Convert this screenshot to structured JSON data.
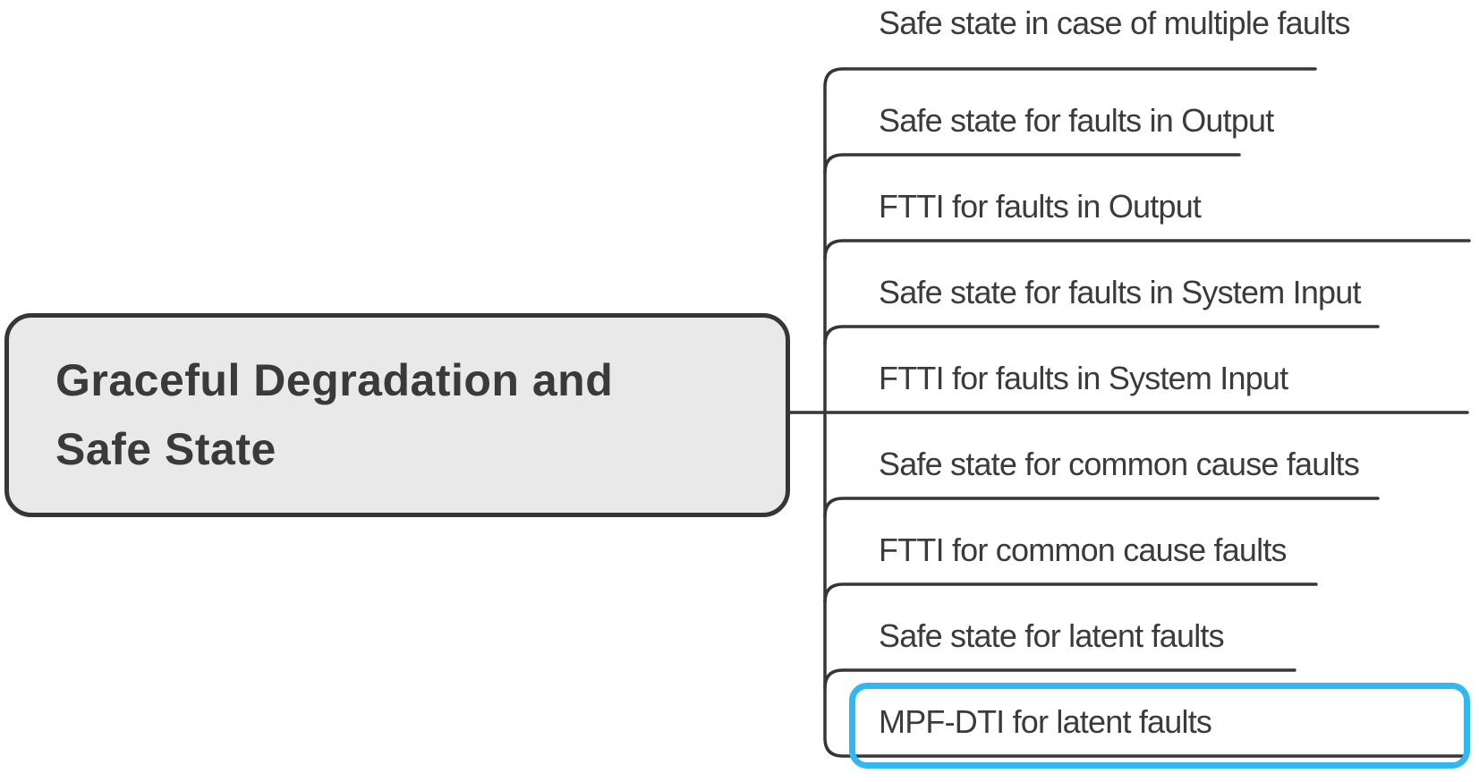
{
  "root_node": {
    "title_line1": "Graceful Degradation and",
    "title_line2": "Safe State"
  },
  "branches": [
    {
      "label": "Safe state for faults in Output",
      "highlighted": false
    },
    {
      "label": "FTTI for faults in Output",
      "highlighted": false
    },
    {
      "label": "Safe state for faults in System Input",
      "highlighted": false
    },
    {
      "label": "FTTI for faults in System Input",
      "highlighted": false
    },
    {
      "label": "Safe state for common cause faults",
      "highlighted": false
    },
    {
      "label": "FTTI for common cause faults",
      "highlighted": false
    },
    {
      "label": "Safe state for latent faults",
      "highlighted": false
    },
    {
      "label": "MPF-DTI for latent faults",
      "highlighted": false
    },
    {
      "label": "Safe state in case of multiple faults",
      "highlighted": true
    }
  ],
  "colors": {
    "line": "#363636",
    "text": "#3b3b3b",
    "root_fill": "#e9e9e9",
    "root_border": "#363636",
    "selection_highlight": "#31b8f2",
    "background": "#ffffff"
  }
}
